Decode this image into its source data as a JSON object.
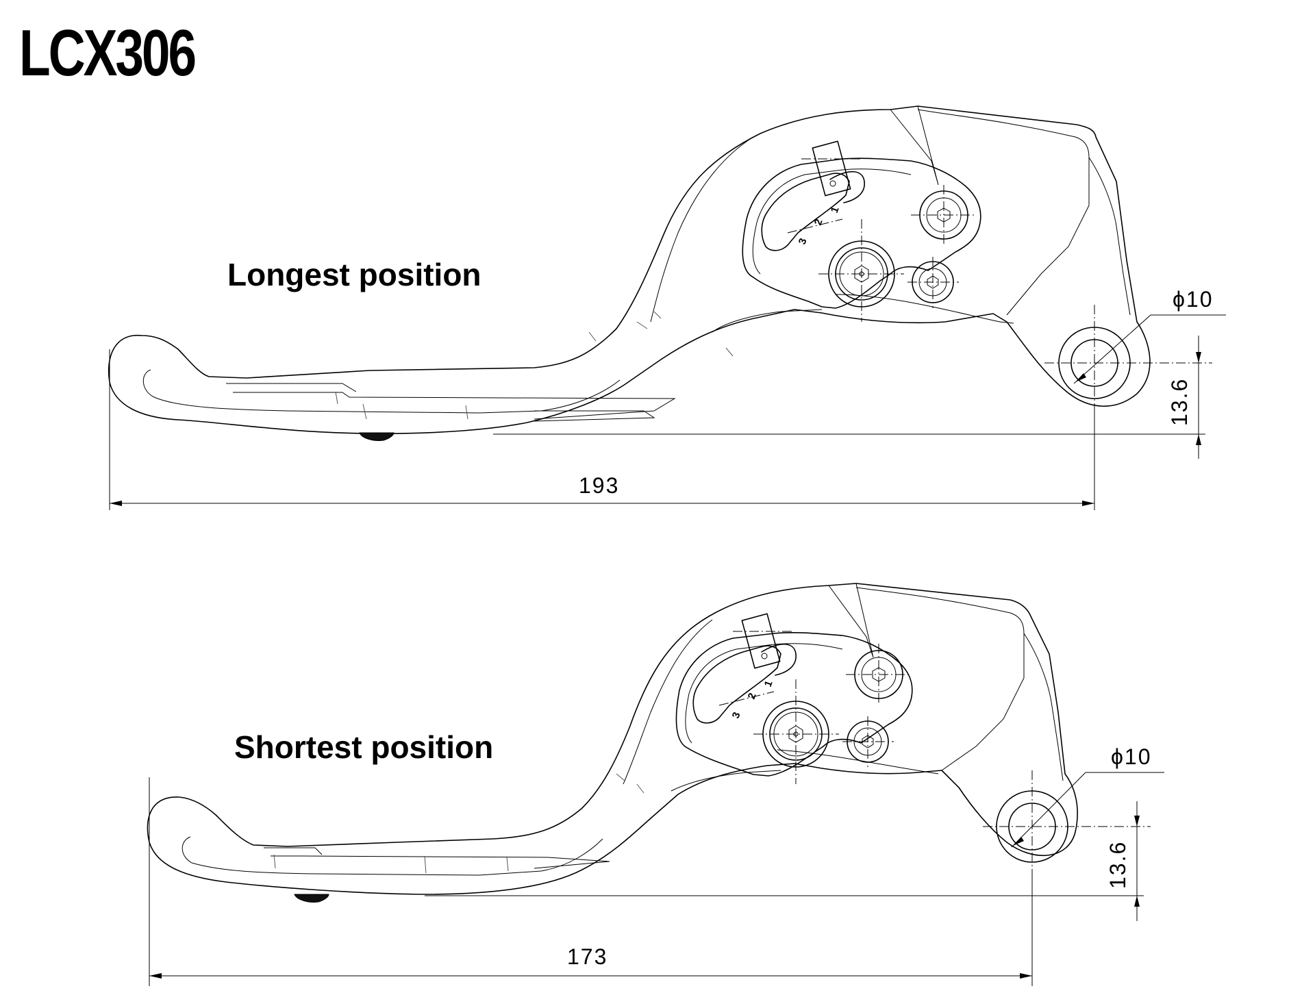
{
  "title": "LCX306",
  "views": [
    {
      "caption": "Longest position",
      "length_dim": "193",
      "diameter_dim": "ϕ10",
      "offset_dim": "13.6",
      "adjuster_marks": [
        "3",
        "2",
        "1"
      ]
    },
    {
      "caption": "Shortest position",
      "length_dim": "173",
      "diameter_dim": "ϕ10",
      "offset_dim": "13.6",
      "adjuster_marks": [
        "3",
        "2",
        "1"
      ]
    }
  ]
}
